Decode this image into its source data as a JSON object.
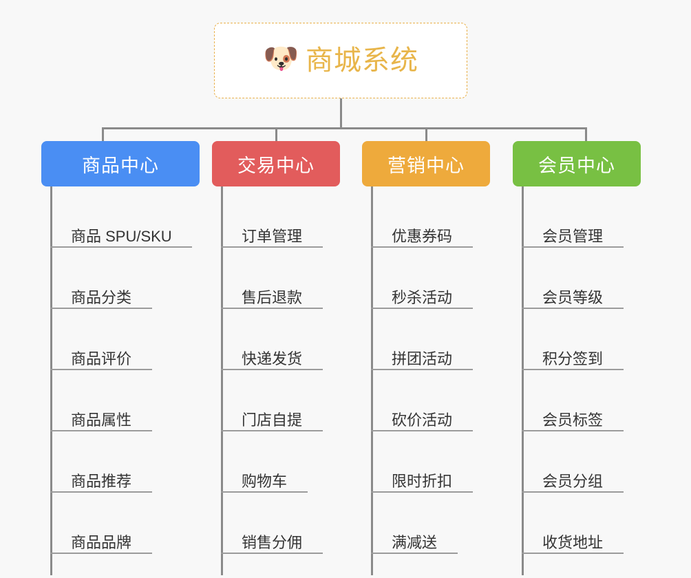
{
  "diagram": {
    "type": "org-tree",
    "background_color": "#f8f8f8",
    "connector_color": "#8a8a8a",
    "root": {
      "icon": "dog-face-icon",
      "icon_glyph": "🐶",
      "title": "商城系统",
      "text_color": "#e8b54a",
      "border_color": "#e9b04a",
      "background_color": "#ffffff"
    },
    "categories": [
      {
        "title": "商品中心",
        "color": "#4a8ef3",
        "items": [
          {
            "label": "商品 SPU/SKU",
            "underline_width": 206
          },
          {
            "label": "商品分类",
            "underline_width": 148
          },
          {
            "label": "商品评价",
            "underline_width": 148
          },
          {
            "label": "商品属性",
            "underline_width": 148
          },
          {
            "label": "商品推荐",
            "underline_width": 148
          },
          {
            "label": "商品品牌",
            "underline_width": 148
          }
        ]
      },
      {
        "title": "交易中心",
        "color": "#e25c5c",
        "items": [
          {
            "label": "订单管理",
            "underline_width": 148
          },
          {
            "label": "售后退款",
            "underline_width": 148
          },
          {
            "label": "快递发货",
            "underline_width": 148
          },
          {
            "label": "门店自提",
            "underline_width": 148
          },
          {
            "label": "购物车",
            "underline_width": 126
          },
          {
            "label": "销售分佣",
            "underline_width": 148
          }
        ]
      },
      {
        "title": "营销中心",
        "color": "#eeaa3c",
        "items": [
          {
            "label": "优惠券码",
            "underline_width": 148
          },
          {
            "label": "秒杀活动",
            "underline_width": 148
          },
          {
            "label": "拼团活动",
            "underline_width": 148
          },
          {
            "label": "砍价活动",
            "underline_width": 148
          },
          {
            "label": "限时折扣",
            "underline_width": 148
          },
          {
            "label": "满减送",
            "underline_width": 126
          }
        ]
      },
      {
        "title": "会员中心",
        "color": "#78c043",
        "items": [
          {
            "label": "会员管理",
            "underline_width": 148
          },
          {
            "label": "会员等级",
            "underline_width": 148
          },
          {
            "label": "积分签到",
            "underline_width": 148
          },
          {
            "label": "会员标签",
            "underline_width": 148
          },
          {
            "label": "会员分组",
            "underline_width": 148
          },
          {
            "label": "收货地址",
            "underline_width": 148
          }
        ]
      }
    ]
  }
}
